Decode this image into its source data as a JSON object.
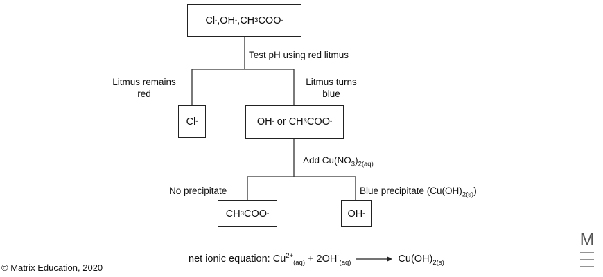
{
  "flowchart": {
    "top_box": {
      "ions": [
        "Cl",
        "OH",
        "CH",
        "COO"
      ],
      "sep": ", ",
      "charge": "-",
      "sub3": "3"
    },
    "step1_label": "Test pH using red litmus",
    "left_branch": {
      "label_line1": "Litmus remains",
      "label_line2": "red",
      "box_ion": "Cl",
      "charge": "-"
    },
    "right_branch": {
      "label_line1": "Litmus turns",
      "label_line2": "blue",
      "box_a": "OH",
      "box_or": " or ",
      "box_b_pre": "CH",
      "box_b_sub": "3",
      "box_b_post": "COO",
      "charge": "-"
    },
    "step2": {
      "label_pre": "Add Cu(NO",
      "label_sub1": "3",
      "label_mid": ")",
      "label_sub2": "2(aq)"
    },
    "no_ppt": {
      "label": "No precipitate",
      "box_pre": "CH",
      "box_sub": "3",
      "box_post": "COO",
      "charge": "-"
    },
    "blue_ppt": {
      "label_pre": "Blue precipitate (Cu(OH)",
      "label_sub": "2(s)",
      "label_post": ")",
      "box_ion": "OH",
      "charge": "-"
    }
  },
  "equation": {
    "prefix": "net ionic equation: Cu",
    "cu_charge": "2+",
    "state_aq": "(aq)",
    "plus": " + 2OH",
    "oh_charge": "-",
    "product": "Cu(OH)",
    "product_sub": "2(s)"
  },
  "footer": {
    "copyright": "© Matrix Education, 2020"
  },
  "logo": {
    "letter": "M",
    "icon": "matrix-logo-icon"
  }
}
